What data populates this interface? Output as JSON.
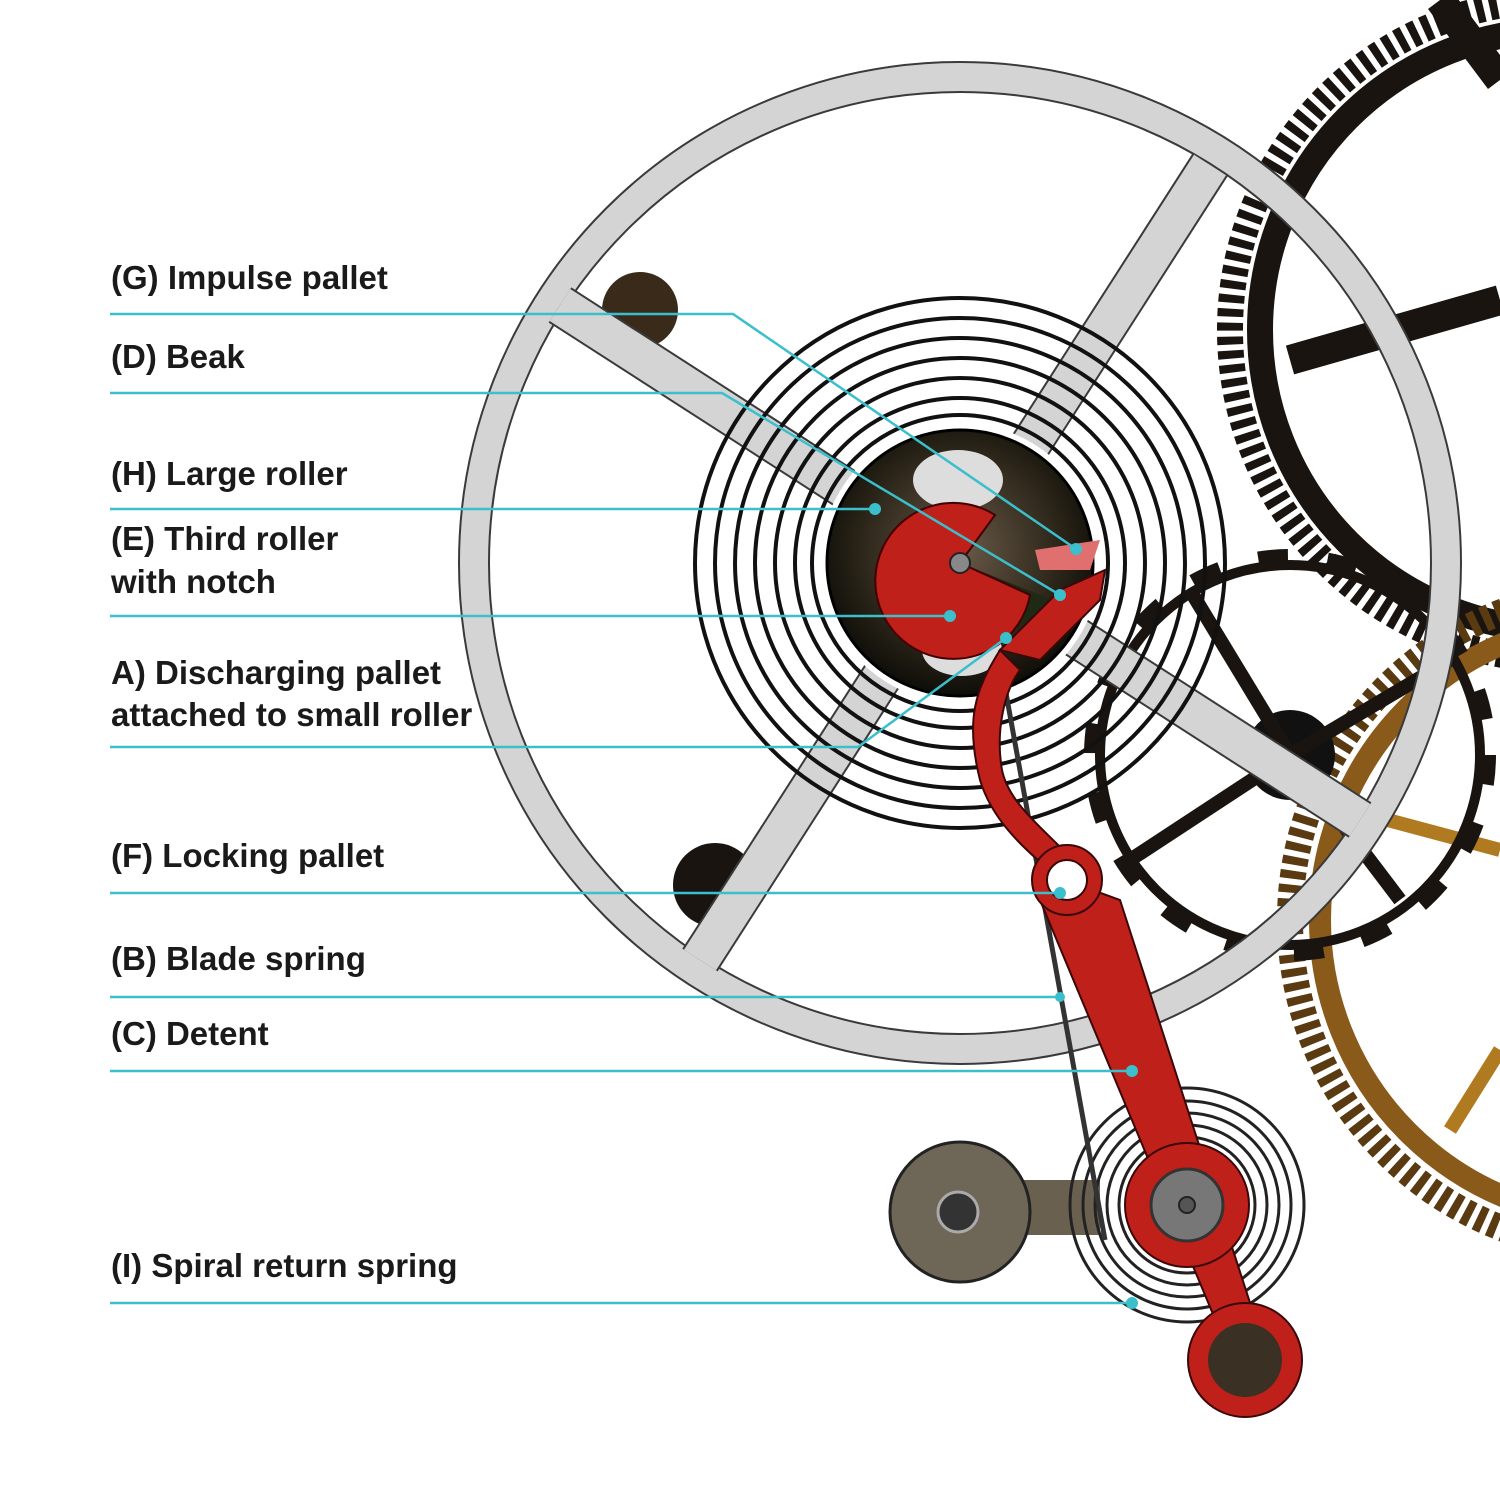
{
  "colors": {
    "leader": "#3bbfcc",
    "detent": "#c0201a",
    "rim": "#d4d4d4",
    "dark": "#1c1510",
    "brass": "#8a5a1a"
  },
  "labels": {
    "g": "(G) Impulse pallet",
    "d": "(D) Beak",
    "h": "(H) Large roller",
    "e1": "(E) Third roller",
    "e2": "with notch",
    "a1": "A) Discharging pallet",
    "a2": "attached to small roller",
    "f": "(F) Locking pallet",
    "b": "(B) Blade spring",
    "c": "(C) Detent",
    "i": "(I) Spiral return spring"
  }
}
